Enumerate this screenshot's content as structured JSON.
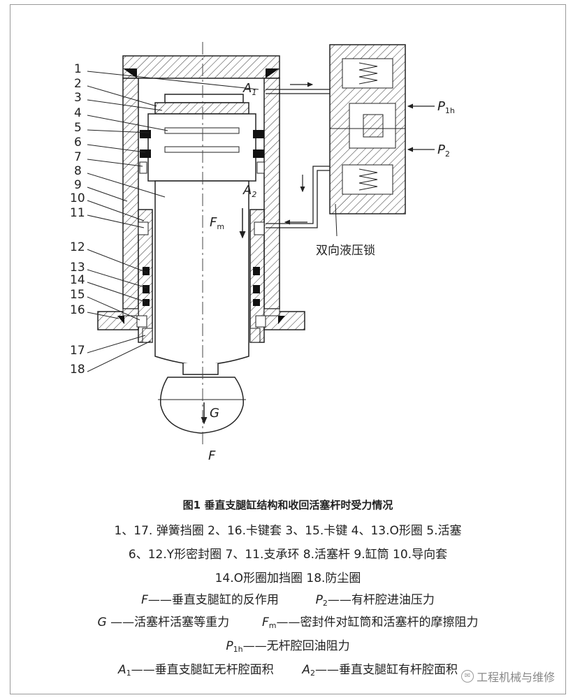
{
  "figure": {
    "title": "图1   垂直支腿缸结构和收回活塞杆时受力情况",
    "legend_lines": [
      "1、17. 弹簧挡圈  2、16.卡键套  3、15.卡键  4、13.O形圈  5.活塞",
      "6、12.Y形密封圈  7、11.支承环  8.活塞杆  9.缸筒  10.导向套",
      "14.O形圈加挡圈  18.防尘圈"
    ],
    "symbols": [
      {
        "sym": "F",
        "sub": "",
        "desc": "——垂直支腿缸的反作用"
      },
      {
        "sym": "P",
        "sub": "2",
        "desc": "——有杆腔进油压力"
      },
      {
        "sym": "G",
        "sub": "",
        "desc": " ——活塞杆活塞等重力"
      },
      {
        "sym": "F",
        "sub": "m",
        "desc": "——密封件对缸筒和活塞杆的摩擦阻力"
      },
      {
        "sym": "P",
        "sub": "1h",
        "desc": "——无杆腔回油阻力"
      },
      {
        "sym": "A",
        "sub": "1",
        "desc": "——垂直支腿缸无杆腔面积"
      },
      {
        "sym": "A",
        "sub": "2",
        "desc": "——垂直支腿缸有杆腔面积"
      }
    ],
    "part_numbers": [
      "1",
      "2",
      "3",
      "4",
      "5",
      "6",
      "7",
      "8",
      "9",
      "10",
      "11",
      "12",
      "13",
      "14",
      "15",
      "16",
      "17",
      "18"
    ],
    "labels": {
      "A1": "A",
      "A1_sub": "1",
      "A2": "A",
      "A2_sub": "2",
      "Fm": "F",
      "Fm_sub": "m",
      "G": "G",
      "F": "F",
      "P1h": "P",
      "P1h_sub": "1h",
      "P2": "P",
      "P2_sub": "2",
      "lock": "双向液压锁"
    }
  },
  "watermark": {
    "text": "工程机械与维修"
  }
}
